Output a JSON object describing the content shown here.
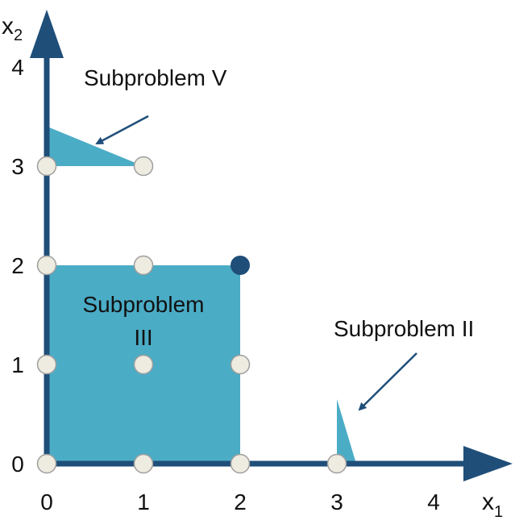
{
  "axes": {
    "x_title": "x",
    "x_subscript": "1",
    "y_title": "x",
    "y_subscript": "2",
    "x_ticks": [
      "0",
      "1",
      "2",
      "3",
      "4"
    ],
    "y_ticks": [
      "0",
      "1",
      "2",
      "3",
      "4"
    ]
  },
  "regions": {
    "subproblem_iii": {
      "line1": "Subproblem",
      "line2": "III",
      "polygon": [
        [
          0,
          0
        ],
        [
          2,
          0
        ],
        [
          2,
          2
        ],
        [
          0,
          2
        ]
      ]
    },
    "subproblem_v": {
      "polygon": [
        [
          0,
          3.4
        ],
        [
          1,
          3
        ],
        [
          0,
          3
        ]
      ]
    },
    "subproblem_ii": {
      "polygon": [
        [
          3,
          0.65
        ],
        [
          3,
          0
        ],
        [
          3.2,
          0
        ]
      ]
    }
  },
  "annotations": {
    "subproblem_v_label": "Subproblem V",
    "subproblem_ii_label": "Subproblem II"
  },
  "points_open": [
    [
      0,
      0
    ],
    [
      1,
      0
    ],
    [
      2,
      0
    ],
    [
      3,
      0
    ],
    [
      0,
      1
    ],
    [
      1,
      1
    ],
    [
      2,
      1
    ],
    [
      0,
      2
    ],
    [
      1,
      2
    ],
    [
      0,
      3
    ],
    [
      1,
      3
    ]
  ],
  "points_filled": [
    [
      2,
      2
    ]
  ],
  "colors": {
    "axis": "#1f4e79",
    "region_fill": "#4bacc6",
    "open_point_fill": "#eeece1",
    "open_point_stroke": "#9e9e9e",
    "filled_point": "#1f4e79",
    "arrow": "#1f4e79"
  }
}
